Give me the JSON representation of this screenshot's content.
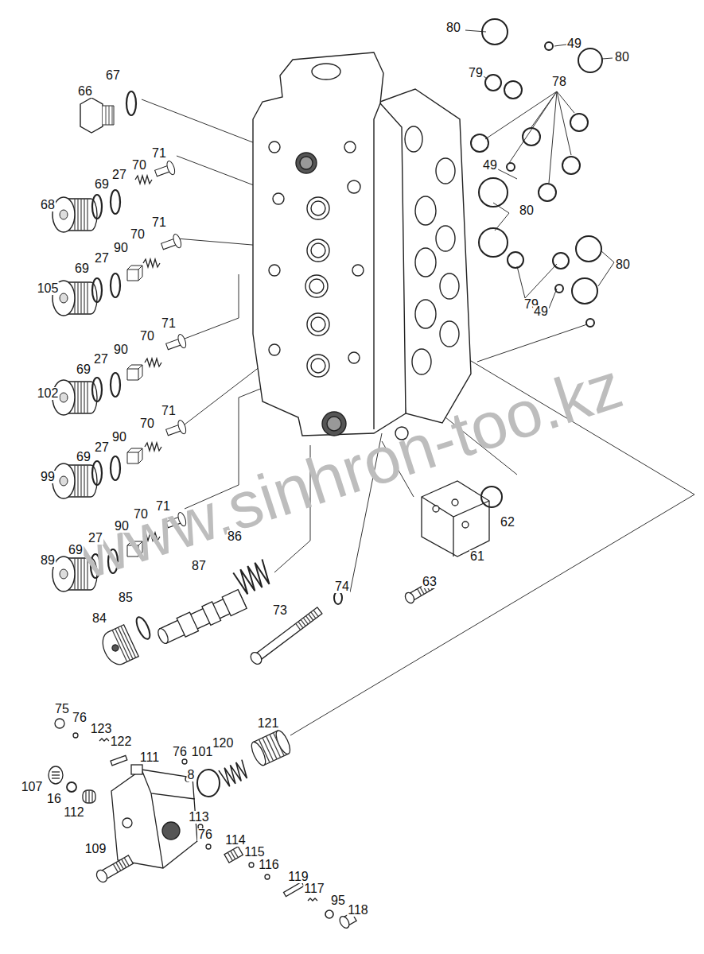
{
  "diagram": {
    "labels": [
      "80",
      "49",
      "80",
      "79",
      "78",
      "66",
      "67",
      "71",
      "70",
      "27",
      "69",
      "68",
      "49",
      "80",
      "71",
      "70",
      "90",
      "27",
      "69",
      "105",
      "80",
      "79",
      "49",
      "71",
      "70",
      "90",
      "27",
      "69",
      "102",
      "71",
      "70",
      "90",
      "27",
      "69",
      "99",
      "71",
      "70",
      "62",
      "90",
      "27",
      "86",
      "69",
      "61",
      "89",
      "87",
      "74",
      "63",
      "85",
      "73",
      "84",
      "75",
      "76",
      "121",
      "123",
      "122",
      "120",
      "76",
      "101",
      "111",
      "8",
      "107",
      "16",
      "112",
      "113",
      "76",
      "114",
      "109",
      "115",
      "116",
      "119",
      "117",
      "95",
      "118",
      "www.sinhron-too.kz"
    ]
  }
}
